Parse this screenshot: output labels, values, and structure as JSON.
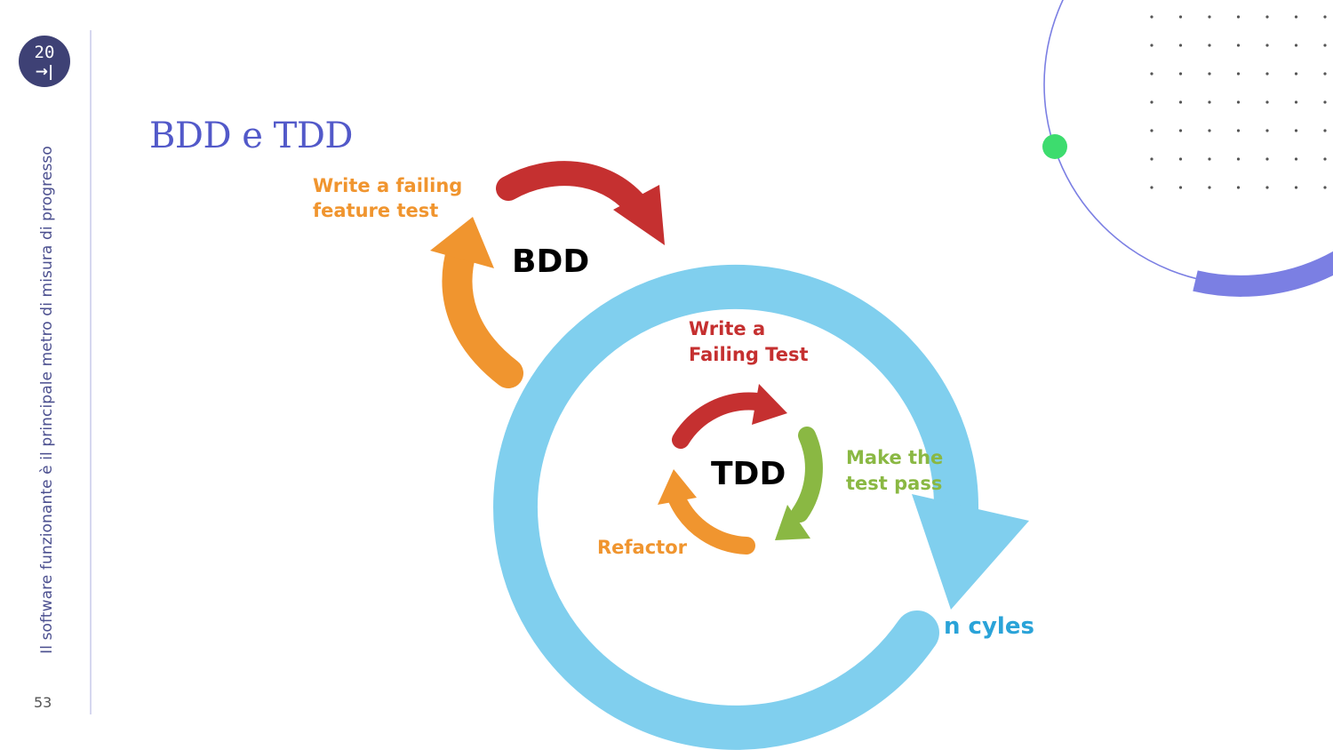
{
  "slide": {
    "title": "BDD e TDD",
    "side_text": "Il software funzionante è il principale metro di misura di progresso",
    "page_number": "53",
    "logo": {
      "top": "20",
      "bottom": "→|"
    }
  },
  "diagram": {
    "bdd_label": "BDD",
    "tdd_label": "TDD",
    "bdd_step": {
      "line1": "Write a failing",
      "line2": "feature test"
    },
    "tdd_write": {
      "line1": "Write a",
      "line2": "Failing Test"
    },
    "tdd_pass": {
      "line1": "Make the",
      "line2": "test pass"
    },
    "tdd_refactor": "Refactor",
    "cycles": "n cyles"
  },
  "colors": {
    "title": "#5259c9",
    "red": "#c53030",
    "orange": "#f0952f",
    "green": "#8ab843",
    "lightblue": "#80cfee",
    "cycles_text": "#2aa3d8",
    "accent_green": "#3ddc6e",
    "deco_blue": "#7b7fe3"
  }
}
